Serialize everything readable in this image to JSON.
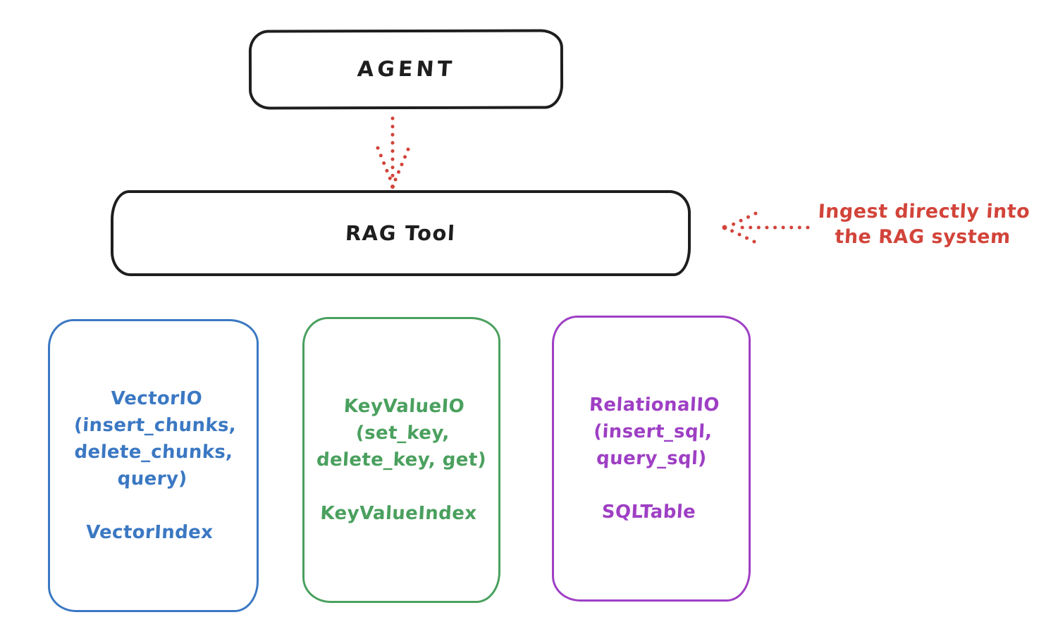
{
  "diagram": {
    "agent": {
      "label": "AGENT"
    },
    "rag_tool": {
      "label": "RAG Tool"
    },
    "ingest_note": {
      "line1": "Ingest directly into",
      "line2": "the RAG system",
      "color": "#d2443a"
    },
    "arrows": [
      {
        "name": "agent-to-rag-tool",
        "style": "dotted",
        "direction": "down",
        "color": "#d2443a"
      },
      {
        "name": "ingest-into-rag-tool",
        "style": "dotted",
        "direction": "left",
        "color": "#d2443a"
      }
    ],
    "io_boxes": [
      {
        "title": "VectorIO",
        "methods": [
          "(insert_chunks,",
          "delete_chunks,",
          "query)"
        ],
        "index_label": "VectorIndex",
        "color": "#3b78c3"
      },
      {
        "title": "KeyValueIO",
        "methods": [
          "(set_key,",
          "delete_key, get)"
        ],
        "index_label": "KeyValueIndex",
        "color": "#4aa05e"
      },
      {
        "title": "RelationalIO",
        "methods": [
          "(insert_sql,",
          "query_sql)"
        ],
        "index_label": "SQLTable",
        "color": "#9e3fc4"
      }
    ],
    "colors": {
      "stroke": "#1e1e1e",
      "background": "#ffffff"
    }
  }
}
